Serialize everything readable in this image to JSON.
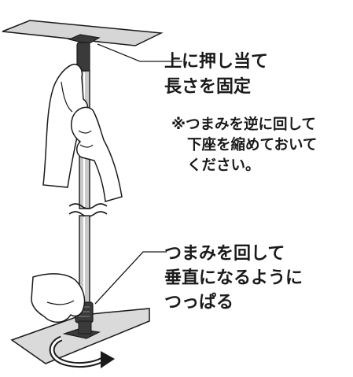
{
  "top_callout": {
    "line1": "上に押し当て",
    "line2": "長さを固定"
  },
  "note": {
    "line1": "※つまみを逆に回して",
    "line2": "下座を縮めておいて",
    "line3": "ください。"
  },
  "bottom_callout": {
    "line1": "つまみを回して",
    "line2": "垂直になるように",
    "line3": "つっぱる"
  },
  "colors": {
    "ink": "#1a1a1a",
    "ceiling": "#d6d6d6",
    "floor": "#dadada",
    "pole": "#c9c9c9",
    "knob": "#3a3a3a"
  }
}
